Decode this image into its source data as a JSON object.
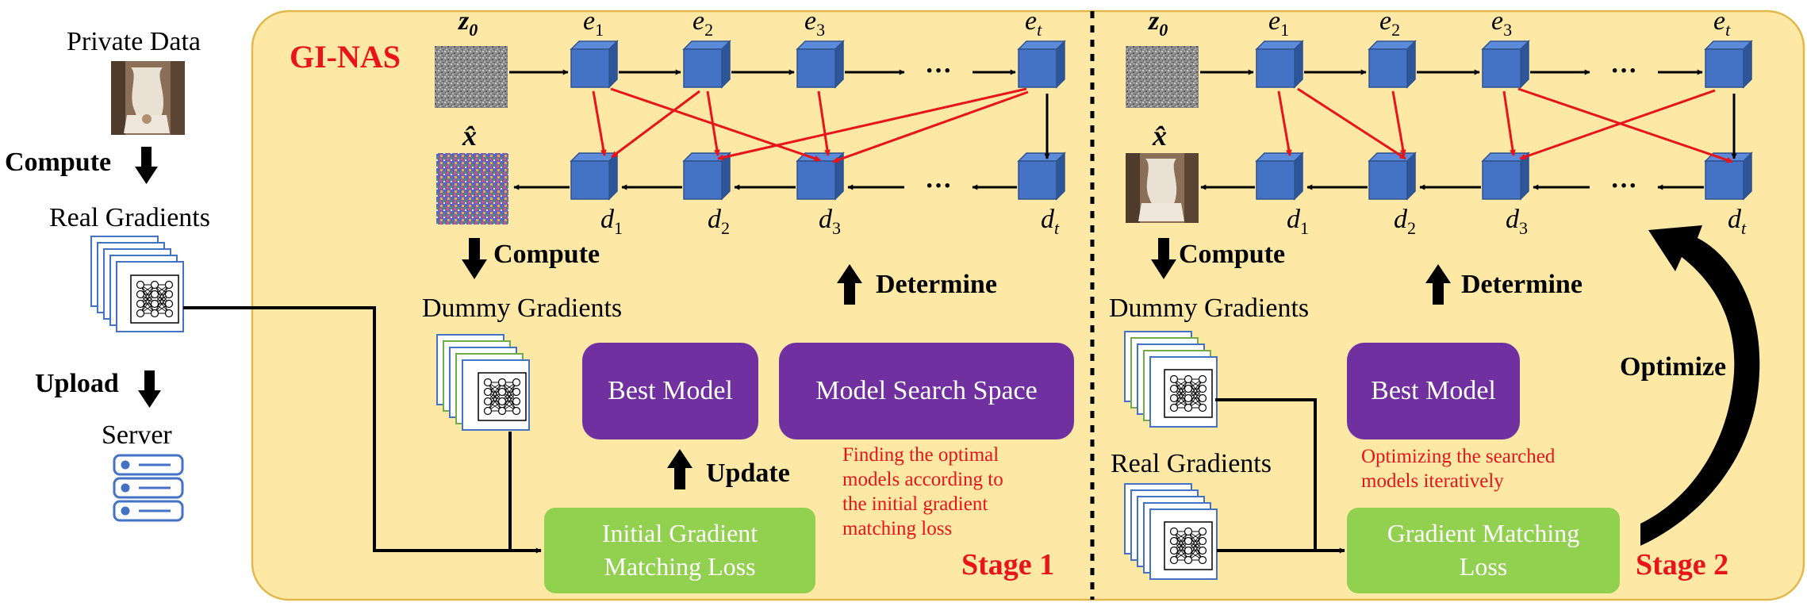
{
  "client": {
    "private_data": "Private Data",
    "compute": "Compute",
    "real_gradients": "Real Gradients",
    "upload": "Upload",
    "server": "Server"
  },
  "stage1": {
    "title": "GI-NAS",
    "stage_label": "Stage 1",
    "z0": "z",
    "z0_sub": "0",
    "xhat": "x̂",
    "encoders": [
      {
        "base": "e",
        "sub": "1"
      },
      {
        "base": "e",
        "sub": "2"
      },
      {
        "base": "e",
        "sub": "3"
      },
      {
        "base": "e",
        "sub": "t"
      }
    ],
    "decoders": [
      {
        "base": "d",
        "sub": "1"
      },
      {
        "base": "d",
        "sub": "2"
      },
      {
        "base": "d",
        "sub": "3"
      },
      {
        "base": "d",
        "sub": "t"
      }
    ],
    "dots": "···",
    "compute": "Compute",
    "dummy_gradients": "Dummy Gradients",
    "determine": "Determine",
    "best_model": "Best Model",
    "search_space": "Model Search Space",
    "update": "Update",
    "loss_line1": "Initial Gradient",
    "loss_line2": "Matching Loss",
    "note": [
      "Finding the optimal",
      "models according to",
      "the initial gradient",
      "matching loss"
    ]
  },
  "stage2": {
    "stage_label": "Stage 2",
    "z0": "z",
    "z0_sub": "0",
    "xhat": "x̂",
    "encoders": [
      {
        "base": "e",
        "sub": "1"
      },
      {
        "base": "e",
        "sub": "2"
      },
      {
        "base": "e",
        "sub": "3"
      },
      {
        "base": "e",
        "sub": "t"
      }
    ],
    "decoders": [
      {
        "base": "d",
        "sub": "1"
      },
      {
        "base": "d",
        "sub": "2"
      },
      {
        "base": "d",
        "sub": "3"
      },
      {
        "base": "d",
        "sub": "t"
      }
    ],
    "dots": "···",
    "compute": "Compute",
    "dummy_gradients": "Dummy Gradients",
    "real_gradients": "Real Gradients",
    "determine": "Determine",
    "best_model": "Best Model",
    "optimize": "Optimize",
    "loss_line1": "Gradient Matching",
    "loss_line2": "Loss",
    "note": [
      "Optimizing the searched",
      "models iteratively"
    ]
  },
  "colors": {
    "panel": "#fde8a6",
    "panel_border": "#e2b84a",
    "cube_front": "#4472c4",
    "purple": "#7030a0",
    "green": "#92d050",
    "red": "#e8141a"
  }
}
